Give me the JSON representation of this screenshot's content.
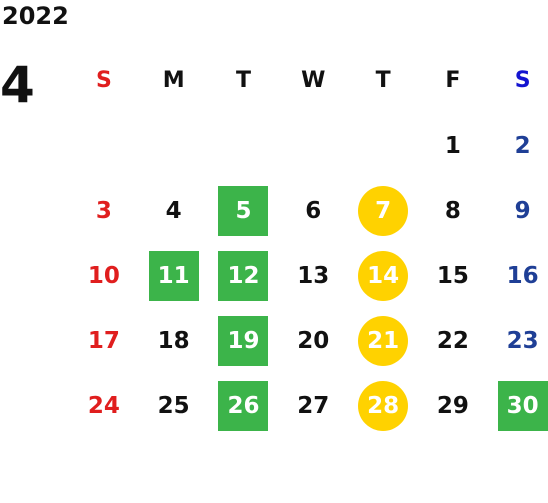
{
  "year": "2022",
  "month": "4",
  "colors": {
    "sunday": "#e01e1e",
    "saturday": "#1f3f96",
    "saturday_header": "#1414d0",
    "weekday": "#111111",
    "green": "#3cb44a",
    "yellow": "#ffd200"
  },
  "weekdays": [
    "S",
    "M",
    "T",
    "W",
    "T",
    "F",
    "S"
  ],
  "weeks": [
    [
      {
        "day": "",
        "mark": "none"
      },
      {
        "day": "",
        "mark": "none"
      },
      {
        "day": "",
        "mark": "none"
      },
      {
        "day": "",
        "mark": "none"
      },
      {
        "day": "",
        "mark": "none"
      },
      {
        "day": "1",
        "mark": "none"
      },
      {
        "day": "2",
        "mark": "none"
      }
    ],
    [
      {
        "day": "3",
        "mark": "none"
      },
      {
        "day": "4",
        "mark": "none"
      },
      {
        "day": "5",
        "mark": "green"
      },
      {
        "day": "6",
        "mark": "none"
      },
      {
        "day": "7",
        "mark": "yellow"
      },
      {
        "day": "8",
        "mark": "none"
      },
      {
        "day": "9",
        "mark": "none"
      }
    ],
    [
      {
        "day": "10",
        "mark": "none"
      },
      {
        "day": "11",
        "mark": "green"
      },
      {
        "day": "12",
        "mark": "green"
      },
      {
        "day": "13",
        "mark": "none"
      },
      {
        "day": "14",
        "mark": "yellow"
      },
      {
        "day": "15",
        "mark": "none"
      },
      {
        "day": "16",
        "mark": "none"
      }
    ],
    [
      {
        "day": "17",
        "mark": "none"
      },
      {
        "day": "18",
        "mark": "none"
      },
      {
        "day": "19",
        "mark": "green"
      },
      {
        "day": "20",
        "mark": "none"
      },
      {
        "day": "21",
        "mark": "yellow"
      },
      {
        "day": "22",
        "mark": "none"
      },
      {
        "day": "23",
        "mark": "none"
      }
    ],
    [
      {
        "day": "24",
        "mark": "none"
      },
      {
        "day": "25",
        "mark": "none"
      },
      {
        "day": "26",
        "mark": "green"
      },
      {
        "day": "27",
        "mark": "none"
      },
      {
        "day": "28",
        "mark": "yellow"
      },
      {
        "day": "29",
        "mark": "none"
      },
      {
        "day": "30",
        "mark": "green"
      }
    ]
  ]
}
